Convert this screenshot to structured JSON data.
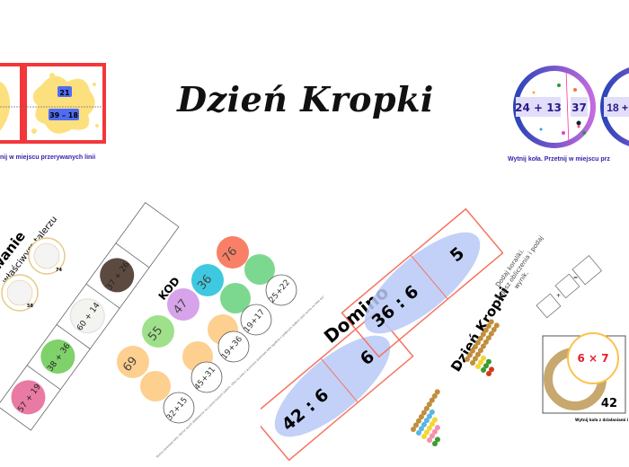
{
  "title": "Dzień Kropki",
  "splash_cards": {
    "answer": "21",
    "expression": "39 – 18",
    "caption": "nij w miejscu przerywanych linii"
  },
  "circles_cards": {
    "first_expression": "24 + 13",
    "first_answer": "37",
    "second_expression": "18 +",
    "caption": "Wytnij koła. Przetnij w miejscu prz"
  },
  "ice_cream": {
    "heading": "wanie",
    "subheading": "właściwym talerzu",
    "plates": [
      "58",
      "74"
    ],
    "scoops": [
      {
        "label": "57 + 19",
        "color": "#e97aa3"
      },
      {
        "label": "38 + 36",
        "color": "#7fd16a"
      },
      {
        "label": "60 + 14",
        "color": "#f3f3f0"
      },
      {
        "label": "37 + 26",
        "color": "#5c4a40"
      }
    ]
  },
  "kod": {
    "label": "KOD",
    "code_circles": [
      {
        "value": "69",
        "color": "#fdd08f"
      },
      {
        "value": "55",
        "color": "#9fe08a"
      },
      {
        "value": "47",
        "color": "#d7a3ea"
      },
      {
        "value": "36",
        "color": "#3ec9e0"
      },
      {
        "value": "76",
        "color": "#f98066"
      }
    ],
    "sums": [
      "32+15",
      "45+31",
      "19+36",
      "19+17",
      "25+22"
    ],
    "instructions": "Wytnij kolorowe koła. Oblicz wynik dodawania na czarno-białych kołach. Ułóż na kole z wynikiem kolorowe koło zgodnie z podanym kodem (jeśli suma na kole wynosi 47 to kładziemy na to koło - koło z kolorem fioletowym)"
  },
  "domino": {
    "label": "Domino",
    "tiles": [
      {
        "left": "42 : 6",
        "right": "6"
      },
      {
        "left": "36 : 6",
        "right": "5"
      }
    ]
  },
  "beads": {
    "label": "Dzień Kropki",
    "operator": "×",
    "instructions": [
      "Dodaj koraliki.",
      "Zapisz obliczenia i podaj",
      "wynik."
    ],
    "plus": "+",
    "equals": "="
  },
  "ring_card": {
    "expression": "6 × 7",
    "answer": "42",
    "caption": "Wytnij koła z działaniami i"
  },
  "colors": {
    "red_border": "#f2373a",
    "caption_blue": "#3325a8",
    "domino_border": "#f5735e",
    "ring_text": "#e8202a"
  }
}
